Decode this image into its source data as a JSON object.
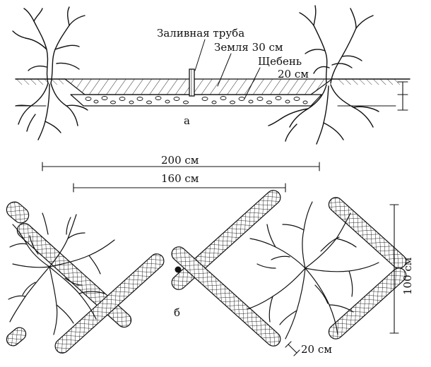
{
  "figure": {
    "section_a": {
      "pipe_label": "Заливная труба",
      "soil_label": "Земля 30 см",
      "gravel_label": "Щебень",
      "gravel_depth_label": "20 см",
      "letter": "а",
      "span_outer_label": "200 см",
      "span_inner_label": "160 см"
    },
    "section_b": {
      "letter": "б",
      "height_label": "100 см",
      "trench_width_label": "20 см"
    },
    "colors": {
      "ink": "#111111",
      "background": "#ffffff"
    }
  }
}
